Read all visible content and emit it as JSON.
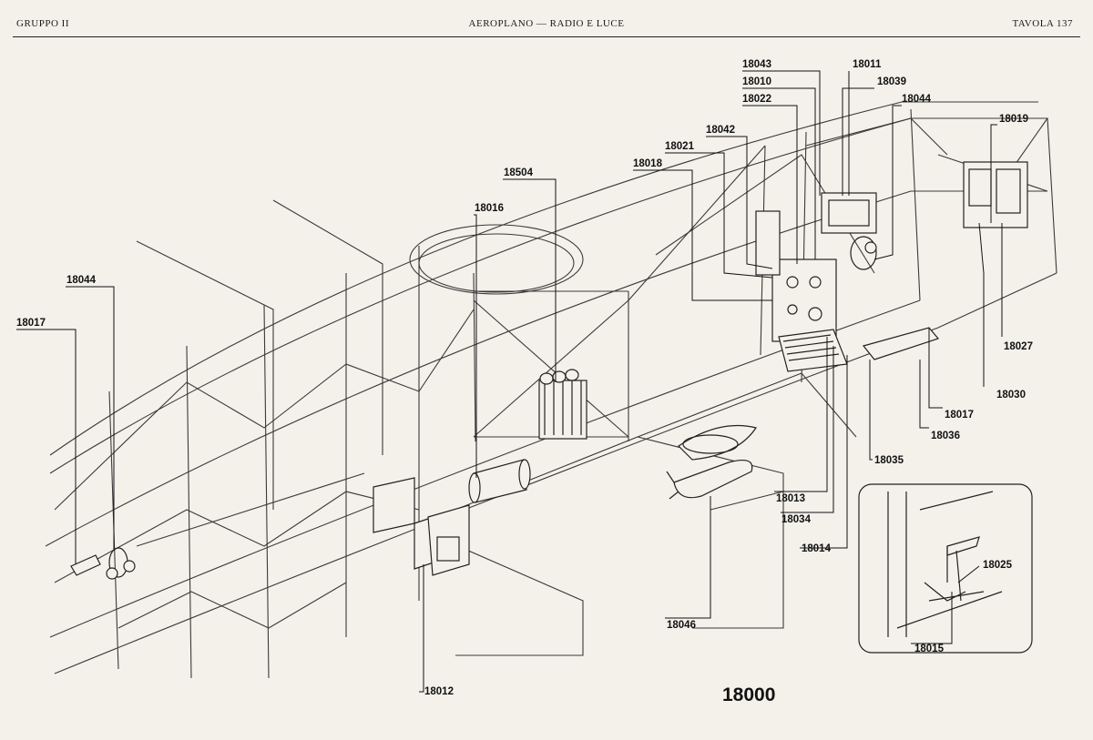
{
  "header": {
    "left": "GRUPPO II",
    "center": "AEROPLANO — RADIO E LUCE",
    "right": "TAVOLA 137"
  },
  "plate_number": "18000",
  "labels": {
    "l18043": "18043",
    "l18011": "18011",
    "l18010": "18010",
    "l18039": "18039",
    "l18022": "18022",
    "l18044_top": "18044",
    "l18019": "18019",
    "l18042": "18042",
    "l18021": "18021",
    "l18018": "18018",
    "l18504": "18504",
    "l18016": "18016",
    "l18044_left": "18044",
    "l18017_left": "18017",
    "l18027": "18027",
    "l18030": "18030",
    "l18017_right": "18017",
    "l18036": "18036",
    "l18035": "18035",
    "l18013": "18013",
    "l18034": "18034",
    "l18014": "18014",
    "l18025": "18025",
    "l18015": "18015",
    "l18046": "18046",
    "l18012": "18012"
  }
}
